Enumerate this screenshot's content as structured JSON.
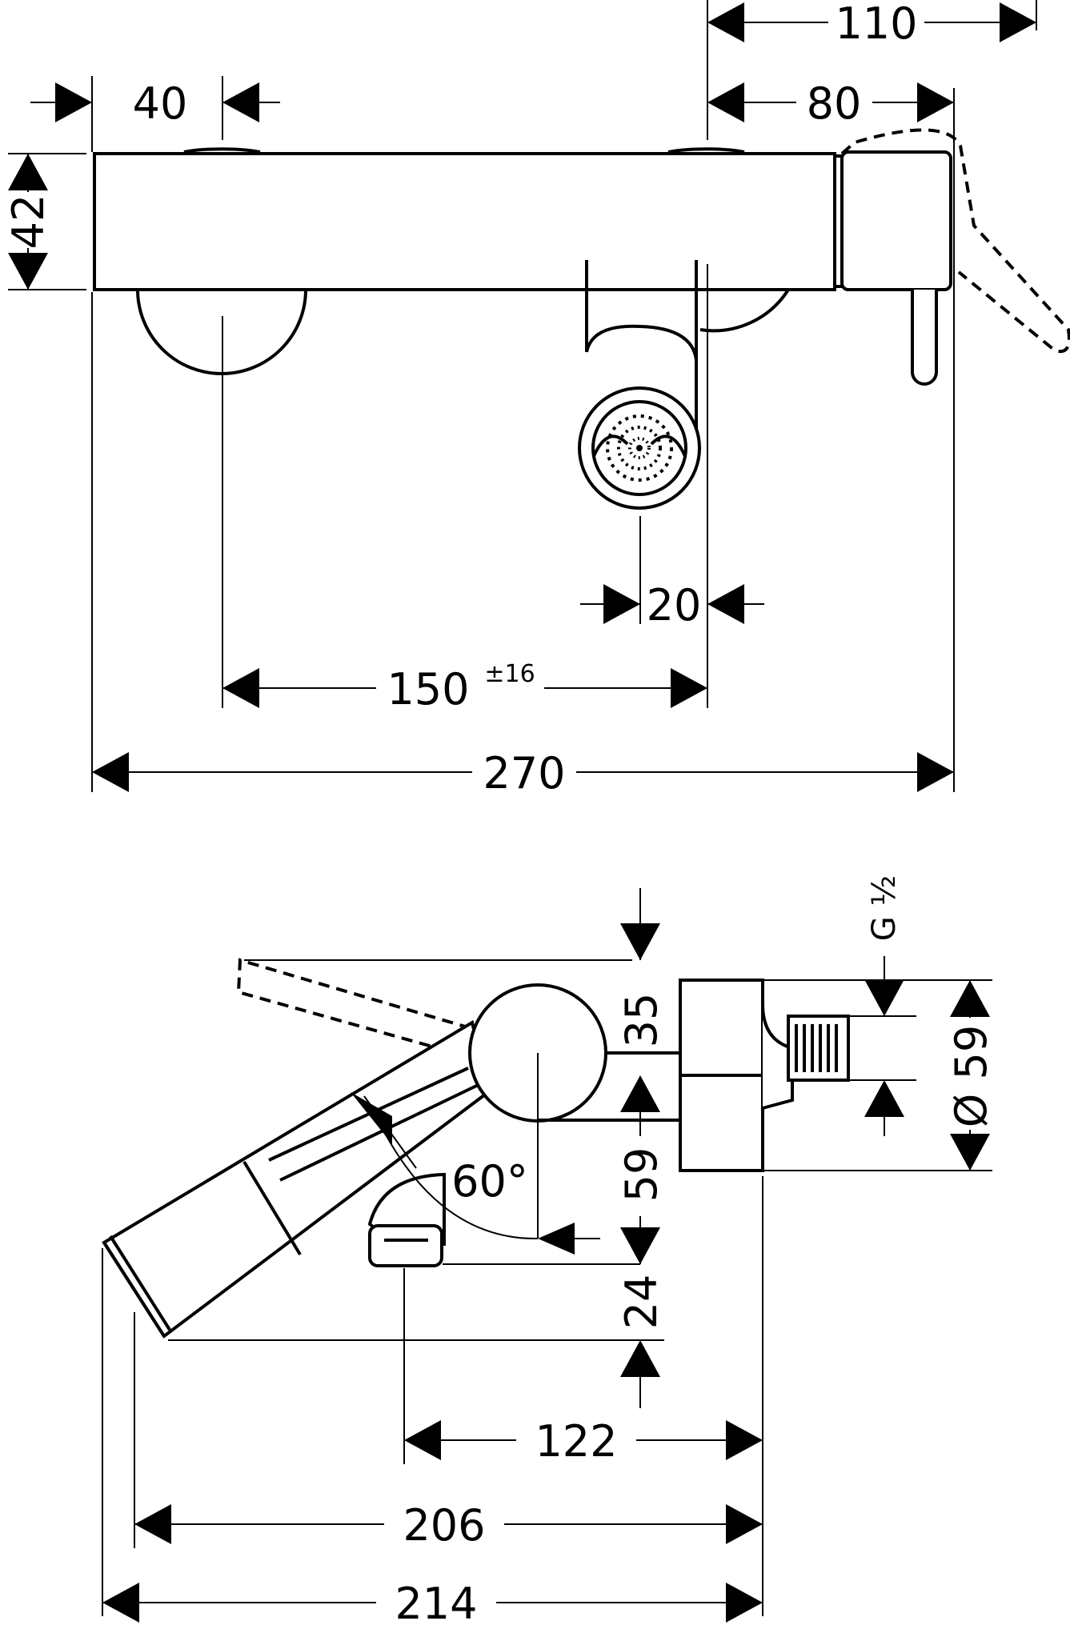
{
  "dimensions": {
    "overall_depth": "110",
    "lever_reach": "80",
    "inlet_offset": "40",
    "body_height": "42",
    "outlet_offset": "20",
    "centers": "150",
    "centers_tolerance": "±16",
    "overall_width": "270",
    "thread": "G ½",
    "lever_clearance": "35",
    "flange_diameter": "Ø 59",
    "inlet_height": "59",
    "angle": "60°",
    "spout_drop": "24",
    "wall_to_spout": "122",
    "wall_to_lever_front": "206",
    "wall_to_lever_tip": "214"
  }
}
